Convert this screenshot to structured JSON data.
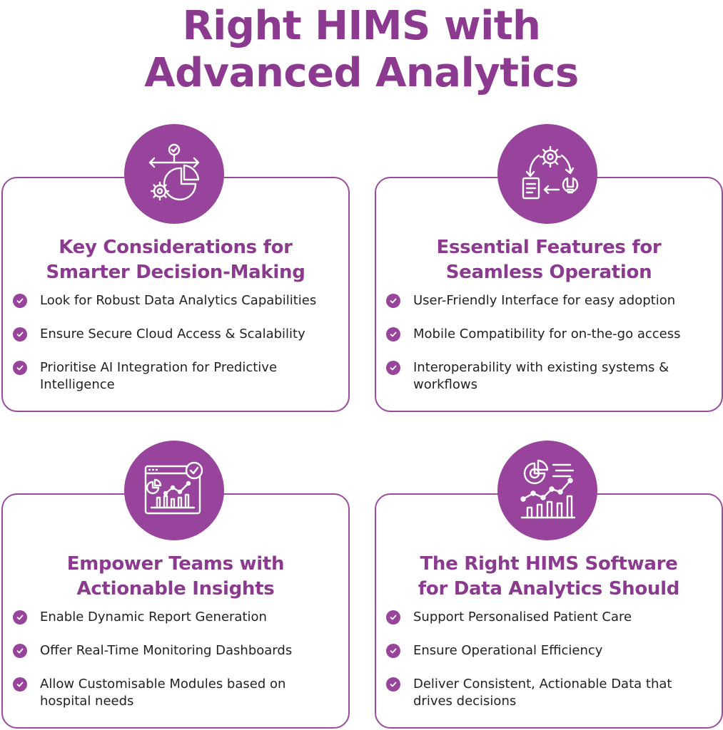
{
  "title": {
    "line1": "Right HIMS with",
    "line2": "Advanced Analytics"
  },
  "accent_color": "#98449c",
  "cards": [
    {
      "icon": "decision-chart-icon",
      "title_line1": "Key Considerations for",
      "title_line2": "Smarter Decision-Making",
      "items": [
        "Look for Robust Data Analytics Capabilities",
        "Ensure Secure Cloud Access & Scalability",
        "Prioritise AI Integration for Predictive Intelligence"
      ]
    },
    {
      "icon": "workflow-cycle-icon",
      "title_line1": "Essential Features for",
      "title_line2": "Seamless Operation",
      "items": [
        "User-Friendly Interface for easy adoption",
        "Mobile Compatibility for on-the-go access",
        "Interoperability with existing systems & workflows"
      ]
    },
    {
      "icon": "dashboard-window-icon",
      "title_line1": "Empower Teams with",
      "title_line2": "Actionable Insights",
      "items": [
        "Enable Dynamic Report Generation",
        "Offer Real-Time Monitoring Dashboards",
        "Allow Customisable Modules based on hospital needs"
      ]
    },
    {
      "icon": "analytics-chart-icon",
      "title_line1": "The Right HIMS Software",
      "title_line2": "for Data Analytics Should",
      "items": [
        "Support Personalised Patient Care",
        "Ensure Operational Efficiency",
        "Deliver Consistent, Actionable Data that drives decisions"
      ]
    }
  ]
}
